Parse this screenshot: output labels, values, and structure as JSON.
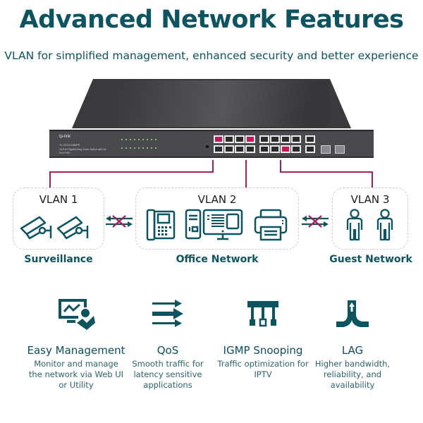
{
  "header": {
    "title": "Advanced Network Features",
    "subtitle": "VLAN for simplified management, enhanced security and better experience"
  },
  "switch": {
    "brand": "tp-link",
    "model": "TL-SG1218MPE",
    "description": "16-Port Gigabit Easy Smart Switch with 16-Port PoE+",
    "highlighted_ports": [
      1,
      7,
      14
    ],
    "colors": {
      "highlight": "#c2185b",
      "line": "#a31f5d"
    }
  },
  "vlans": [
    {
      "label": "VLAN 1",
      "caption": "Surveillance",
      "icons": [
        "security-camera-icon",
        "security-camera-icon"
      ]
    },
    {
      "label": "VLAN 2",
      "caption": "Office Network",
      "icons": [
        "ip-phone-icon",
        "desktop-computer-icon",
        "printer-icon"
      ]
    },
    {
      "label": "VLAN 3",
      "caption": "Guest Network",
      "icons": [
        "person-icon",
        "person-icon"
      ]
    }
  ],
  "separators": [
    {
      "icon": "blocked-arrows-icon"
    },
    {
      "icon": "blocked-arrows-icon"
    }
  ],
  "features": [
    {
      "icon": "monitor-management-icon",
      "name": "Easy Management",
      "description": "Monitor and manage the network via Web UI or Utility"
    },
    {
      "icon": "qos-arrows-icon",
      "name": "QoS",
      "description": "Smooth traffic for latency sensitive applications"
    },
    {
      "icon": "igmp-multicast-icon",
      "name": "IGMP Snooping",
      "description": "Traffic optimization for IPTV"
    },
    {
      "icon": "lag-merge-icon",
      "name": "LAG",
      "description": "Higher bandwidth, reliability, and availability"
    }
  ],
  "colors": {
    "primary": "#0d5461",
    "accent": "#a31f5d",
    "dashed_border": "#c9cdd0"
  }
}
